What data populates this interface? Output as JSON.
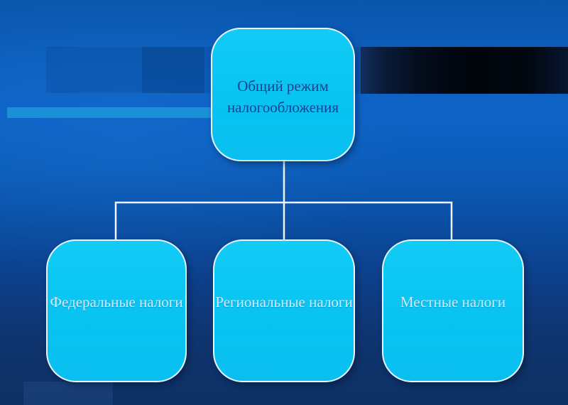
{
  "slide": {
    "root_node": {
      "label": "Общий режим налогообложения"
    },
    "child_nodes": [
      {
        "label": "Федеральные налоги"
      },
      {
        "label": "Региональные налоги"
      },
      {
        "label": "Местные налоги"
      }
    ],
    "colors": {
      "node_fill": "#0ac5f2",
      "node_border": "#e6f4fb",
      "root_text": "#1a4191",
      "child_text": "#cfeaf9",
      "connector_line": "#edf5fa",
      "background_top": "#0d63c6",
      "background_bottom": "#0d3063",
      "dark_stripe": "#01050c",
      "light_stripe": "#1a90d9"
    }
  }
}
